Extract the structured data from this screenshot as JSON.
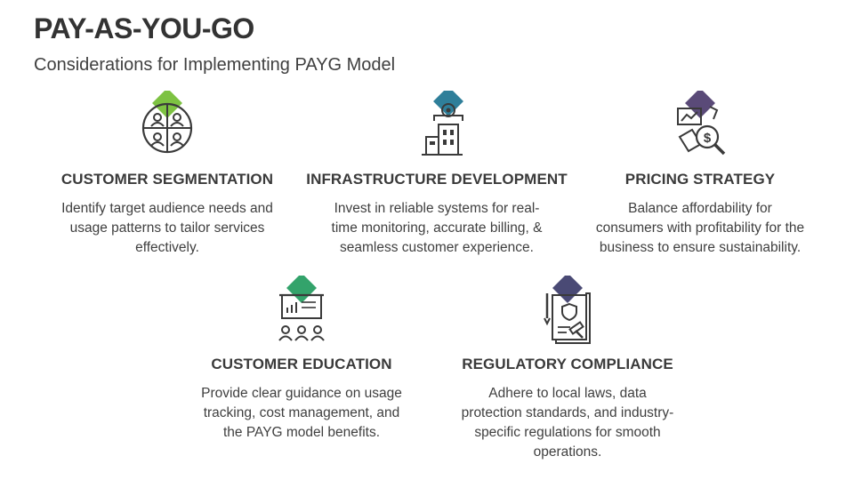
{
  "header": {
    "title": "PAY-AS-YOU-GO",
    "subtitle": "Considerations for Implementing PAYG Model"
  },
  "colors": {
    "green": "#7dc242",
    "teal": "#2f7f9a",
    "purple": "#5a4a78",
    "emerald": "#33a36b",
    "slate": "#4a4a75",
    "outline": "#3a3a3a"
  },
  "items": [
    {
      "icon": "audience-segmentation-icon",
      "heading": "CUSTOMER SEGMENTATION",
      "desc": "Identify target audience needs and usage patterns to tailor services effectively."
    },
    {
      "icon": "gear-building-icon",
      "heading": "INFRASTRUCTURE DEVELOPMENT",
      "desc": "Invest in reliable systems for real-time monitoring, accurate billing, & seamless customer experience."
    },
    {
      "icon": "pricing-magnifier-icon",
      "heading": "PRICING STRATEGY",
      "desc": "Balance affordability for consumers with profitability for the business to ensure sustainability."
    },
    {
      "icon": "presentation-board-icon",
      "heading": "CUSTOMER EDUCATION",
      "desc": "Provide clear guidance on usage tracking, cost management, and the PAYG model benefits."
    },
    {
      "icon": "legal-document-gavel-icon",
      "heading": "REGULATORY COMPLIANCE",
      "desc": "Adhere to local laws, data protection standards, and industry-specific regulations for smooth operations."
    }
  ]
}
